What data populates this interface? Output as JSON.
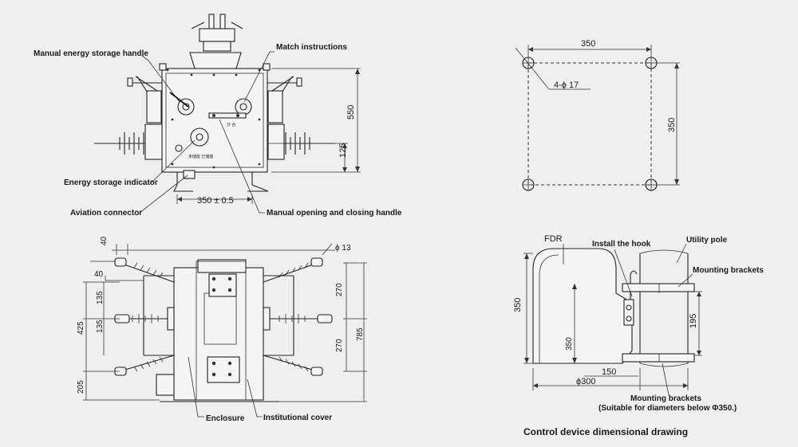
{
  "callouts": {
    "manual_energy_storage_handle": "Manual energy storage handle",
    "match_instructions": "Match instructions",
    "energy_storage_indicator": "Energy storage indicator",
    "aviation_connector": "Aviation connector",
    "manual_opening_closing_handle": "Manual opening and closing handle",
    "enclosure": "Enclosure",
    "institutional_cover": "Institutional cover",
    "fdr": "FDR",
    "install_the_hook": "Install the hook",
    "utility_pole": "Utility pole",
    "mounting_brackets_top": "Mounting brackets",
    "mounting_brackets_bottom": "Mounting brackets",
    "suitable_note": "(Suitable for diameters below Φ350.)"
  },
  "front_view": {
    "dim_550": "550",
    "dim_125": "125",
    "dim_350_tol": "350 ± 0.5"
  },
  "top_view": {
    "dim_40_top": "40",
    "dim_40_left": "40",
    "dim_phi13": "ϕ 13",
    "dim_135_a": "135",
    "dim_135_b": "135",
    "dim_425": "425",
    "dim_205": "205",
    "dim_270_a": "270",
    "dim_270_b": "270",
    "dim_785": "785"
  },
  "mounting_holes": {
    "dim_350_w": "350",
    "dim_350_h": "350",
    "dim_holes": "4-ϕ 17"
  },
  "control_device": {
    "dim_350_left": "350",
    "dim_350_inner": "350",
    "dim_150": "150",
    "dim_phi300": "ϕ300",
    "dim_195": "195",
    "title": "Control device dimensional drawing"
  }
}
